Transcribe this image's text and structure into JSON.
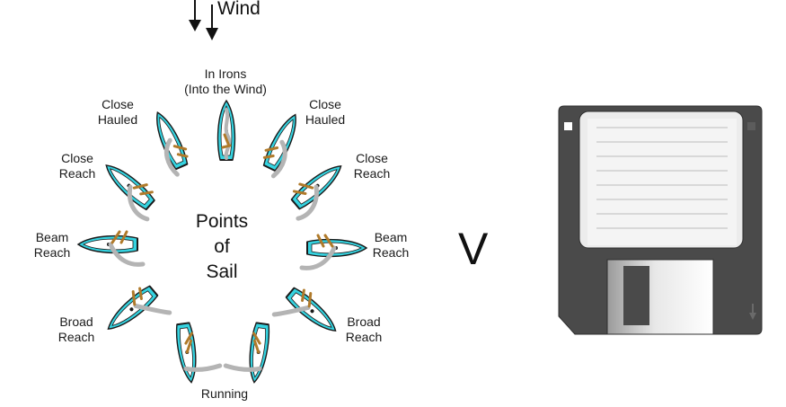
{
  "wind": {
    "label": "Wind"
  },
  "diagram": {
    "center_label": "Points\nof\nSail",
    "positions": [
      {
        "key": "in_irons",
        "label": "In Irons\n(Into the Wind)"
      },
      {
        "key": "close_hauled_left",
        "label": "Close\nHauled"
      },
      {
        "key": "close_hauled_right",
        "label": "Close\nHauled"
      },
      {
        "key": "close_reach_left",
        "label": "Close\nReach"
      },
      {
        "key": "close_reach_right",
        "label": "Close\nReach"
      },
      {
        "key": "beam_reach_left",
        "label": "Beam\nReach"
      },
      {
        "key": "beam_reach_right",
        "label": "Beam\nReach"
      },
      {
        "key": "broad_reach_left",
        "label": "Broad\nReach"
      },
      {
        "key": "broad_reach_right",
        "label": "Broad\nReach"
      },
      {
        "key": "running",
        "label": "Running"
      }
    ]
  },
  "versus": {
    "label": "V"
  },
  "colors": {
    "hull": "#35d3e0",
    "sail": "#b4b4b4",
    "rigging": "#b07a2a",
    "floppy_body": "#4a4a4a",
    "floppy_label": "#f2f2f2"
  },
  "icons": [
    "wind-arrow-icon",
    "sailboat-icon",
    "floppy-disk-icon"
  ]
}
